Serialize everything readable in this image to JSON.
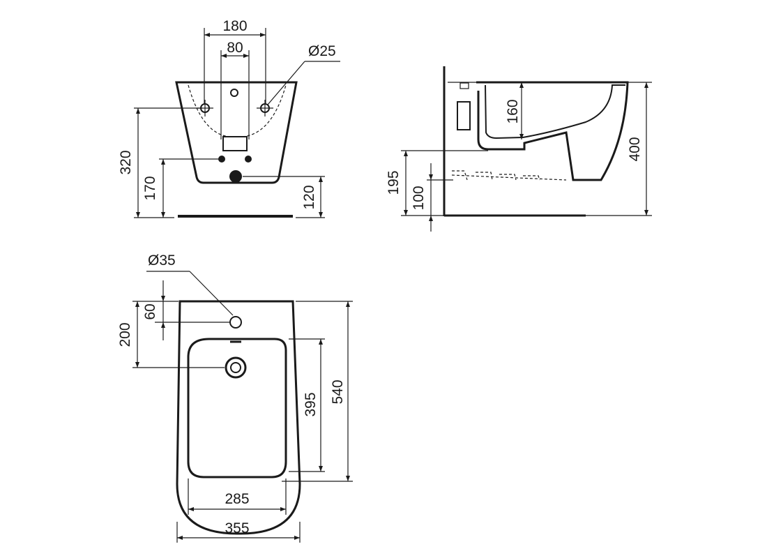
{
  "diagram": {
    "front_view": {
      "width_outer": "180",
      "width_inner": "80",
      "tap_hole_diameter": "Ø25",
      "height_total": "320",
      "height_waste": "170",
      "height_floor_gap": "120"
    },
    "side_view": {
      "bowl_depth": "160",
      "overall_height": "400",
      "inlet_height": "195",
      "outlet_height": "100"
    },
    "top_view": {
      "tap_hole_diameter": "Ø35",
      "tap_offset": "60",
      "waste_offset": "200",
      "bowl_length": "395",
      "overall_length": "540",
      "bowl_width": "285",
      "overall_width": "355"
    }
  }
}
